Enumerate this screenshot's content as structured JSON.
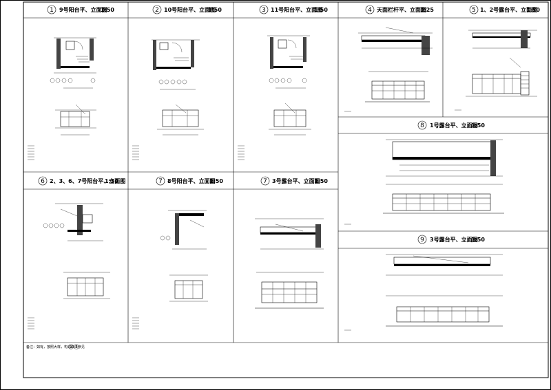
{
  "drawing": {
    "panels": [
      {
        "number": "1",
        "title": "9号阳台平、立面图",
        "scale": "1:50"
      },
      {
        "number": "2",
        "title": "10号阳台平、立面图",
        "scale": "1:50"
      },
      {
        "number": "3",
        "title": "11号阳台平、立面图",
        "scale": "1:50"
      },
      {
        "number": "4",
        "title": "天面栏杆平、立面图",
        "scale": "1:25"
      },
      {
        "number": "5",
        "title": "1、2号露台平、立面图",
        "scale": "1:50"
      },
      {
        "number": "6",
        "title": "2、3、6、7号阳台平、立面图",
        "scale": "1:50"
      },
      {
        "number": "7",
        "title": "8号阳台平、立面图",
        "scale": "1:50"
      },
      {
        "number": "7",
        "title": "3号露台平、立面图",
        "scale": "1:50"
      },
      {
        "number": "8",
        "title": "1号露台平、立面图",
        "scale": "1:50"
      },
      {
        "number": "9",
        "title": "3号露台平、立面图",
        "scale": "1:50"
      }
    ],
    "footnote": "备注：如有，按照大样，构造做法参见",
    "footnote_refs": [
      "1",
      "2"
    ]
  }
}
